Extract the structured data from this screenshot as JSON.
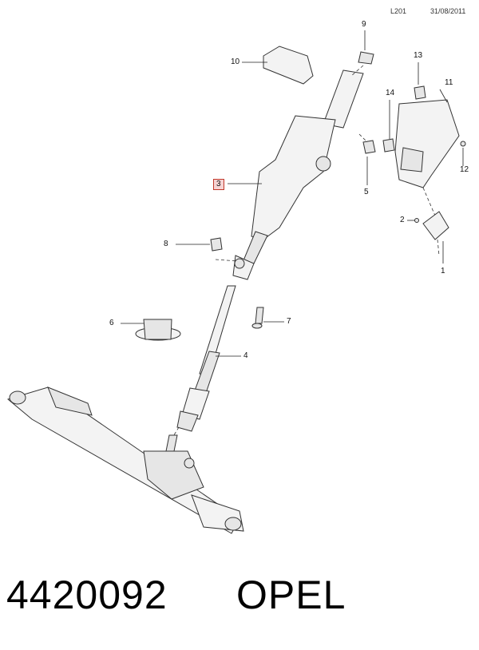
{
  "header": {
    "page_code": "L201",
    "date": "31/08/2011"
  },
  "callouts": {
    "c1": "1",
    "c2": "2",
    "c3": "3",
    "c4": "4",
    "c5": "5",
    "c6": "6",
    "c7": "7",
    "c8": "8",
    "c9": "9",
    "c10": "10",
    "c11": "11",
    "c12": "12",
    "c13": "13",
    "c14": "14"
  },
  "footer": {
    "part_number": "4420092",
    "brand": "OPEL"
  },
  "colors": {
    "highlight_fill": "#f6d3d3",
    "highlight_border": "#c0392b"
  }
}
